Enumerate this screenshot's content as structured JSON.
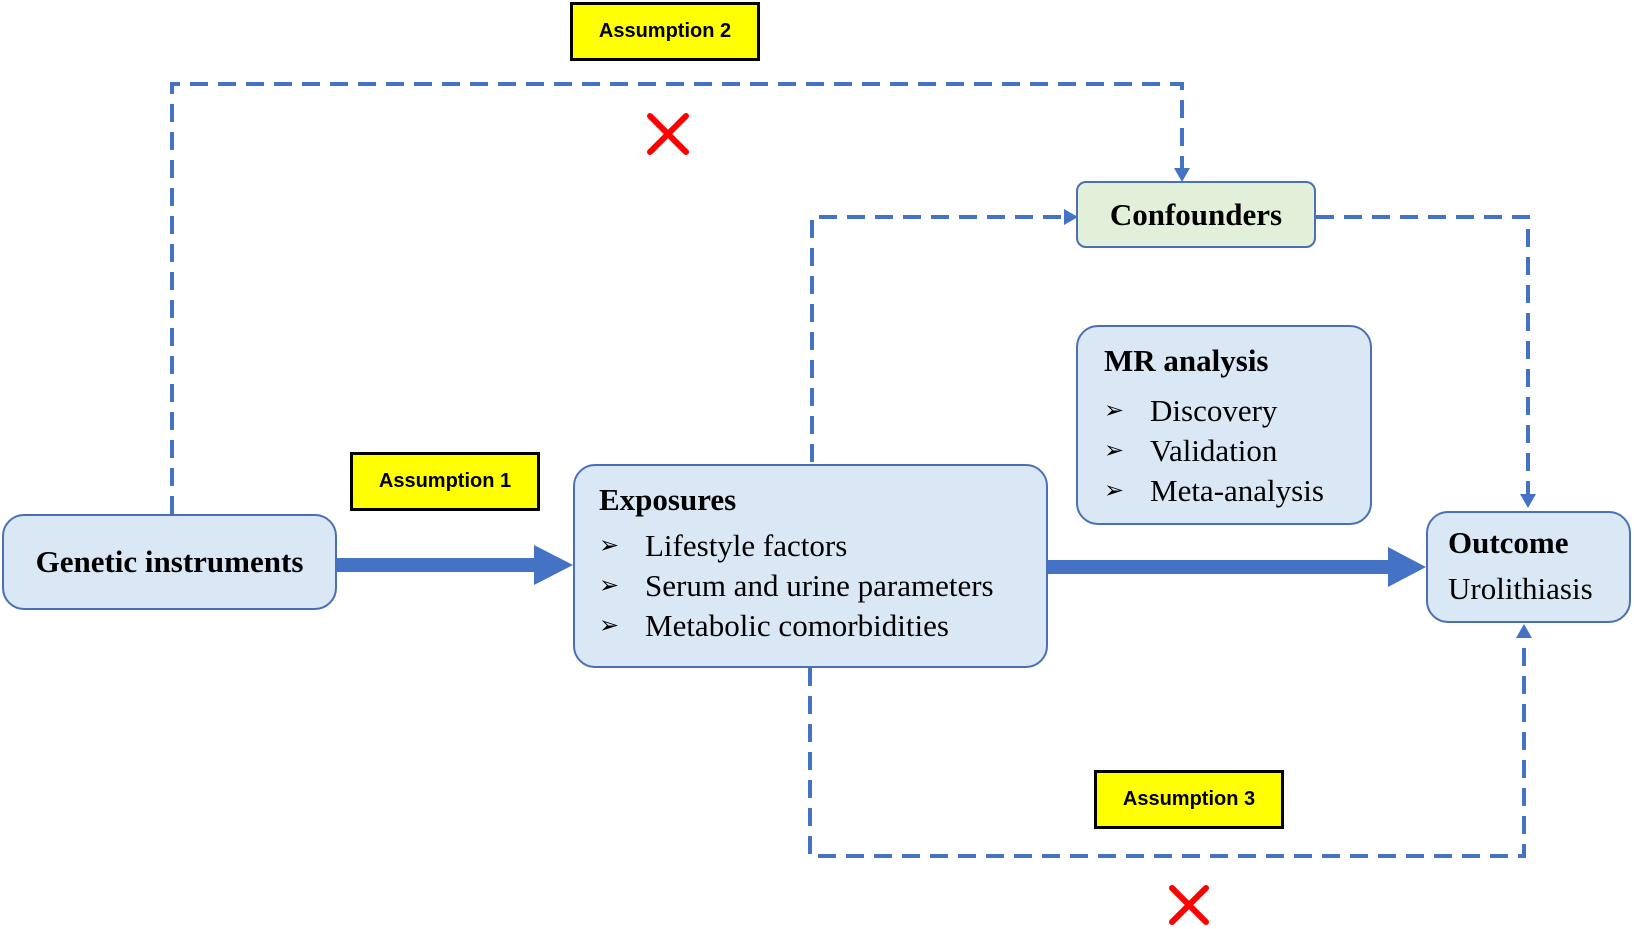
{
  "nodes": {
    "genetic": {
      "title": "Genetic instruments"
    },
    "exposures": {
      "title": "Exposures",
      "items": [
        "Lifestyle factors",
        "Serum and urine parameters",
        "Metabolic comorbidities"
      ]
    },
    "confounders": {
      "title": "Confounders"
    },
    "mr_analysis": {
      "title": "MR analysis",
      "items": [
        "Discovery",
        "Validation",
        "Meta-analysis"
      ]
    },
    "outcome": {
      "title": "Outcome",
      "subtitle": "Urolithiasis"
    }
  },
  "assumptions": {
    "a1": "Assumption 1",
    "a2": "Assumption 2",
    "a3": "Assumption 3"
  },
  "markers": {
    "bullet": "➢",
    "cross": "✕"
  },
  "colors": {
    "box_fill": "#dae8f5",
    "box_border": "#4a6fb5",
    "confounder_fill": "#e2efd9",
    "arrow": "#4472c4",
    "tag_fill": "#ffff00",
    "cross": "#ff0000"
  }
}
